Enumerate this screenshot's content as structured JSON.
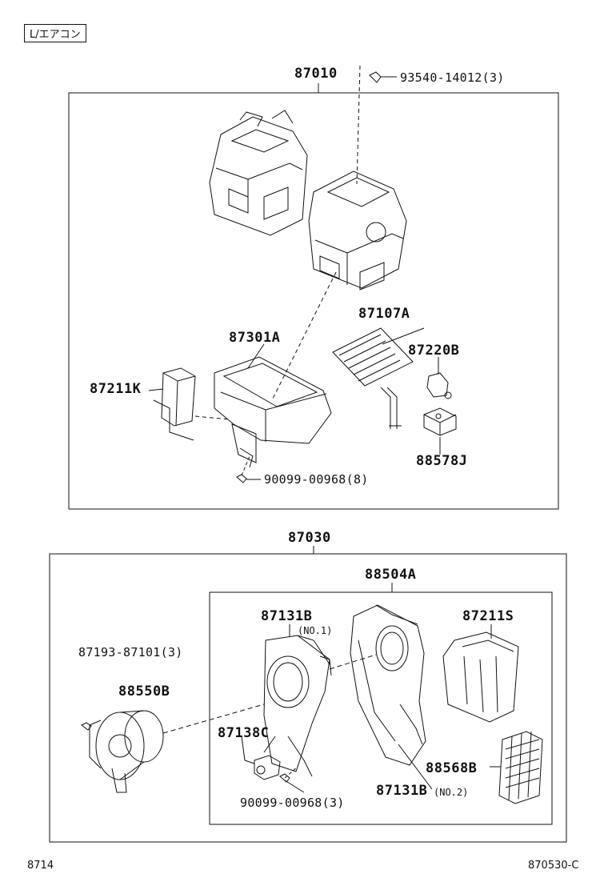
{
  "header_tag": "L/エアコン",
  "upper_group": {
    "assembly": "87010",
    "parts": {
      "screw_top": "93540-14012(3)",
      "radiator_core": "87107A",
      "lower_case": "87301A",
      "damper_box": "87211K",
      "clamp": "87220B",
      "pad": "88578J",
      "screw_bottom": "90099-00968(8)"
    }
  },
  "lower_group": {
    "assembly": "87030",
    "sub_assembly": "88504A",
    "parts": {
      "case_no1": "87131B",
      "case_no1_note": "(NO.1)",
      "screw_blower": "87193-87101(3)",
      "blower_motor": "88550B",
      "connector": "87138C",
      "screw_small": "90099-00968(3)",
      "case_no2": "87131B",
      "case_no2_note": "(NO.2)",
      "duct": "87211S",
      "filter": "88568B"
    }
  },
  "footer": {
    "left": "8714",
    "right": "870530-C"
  }
}
